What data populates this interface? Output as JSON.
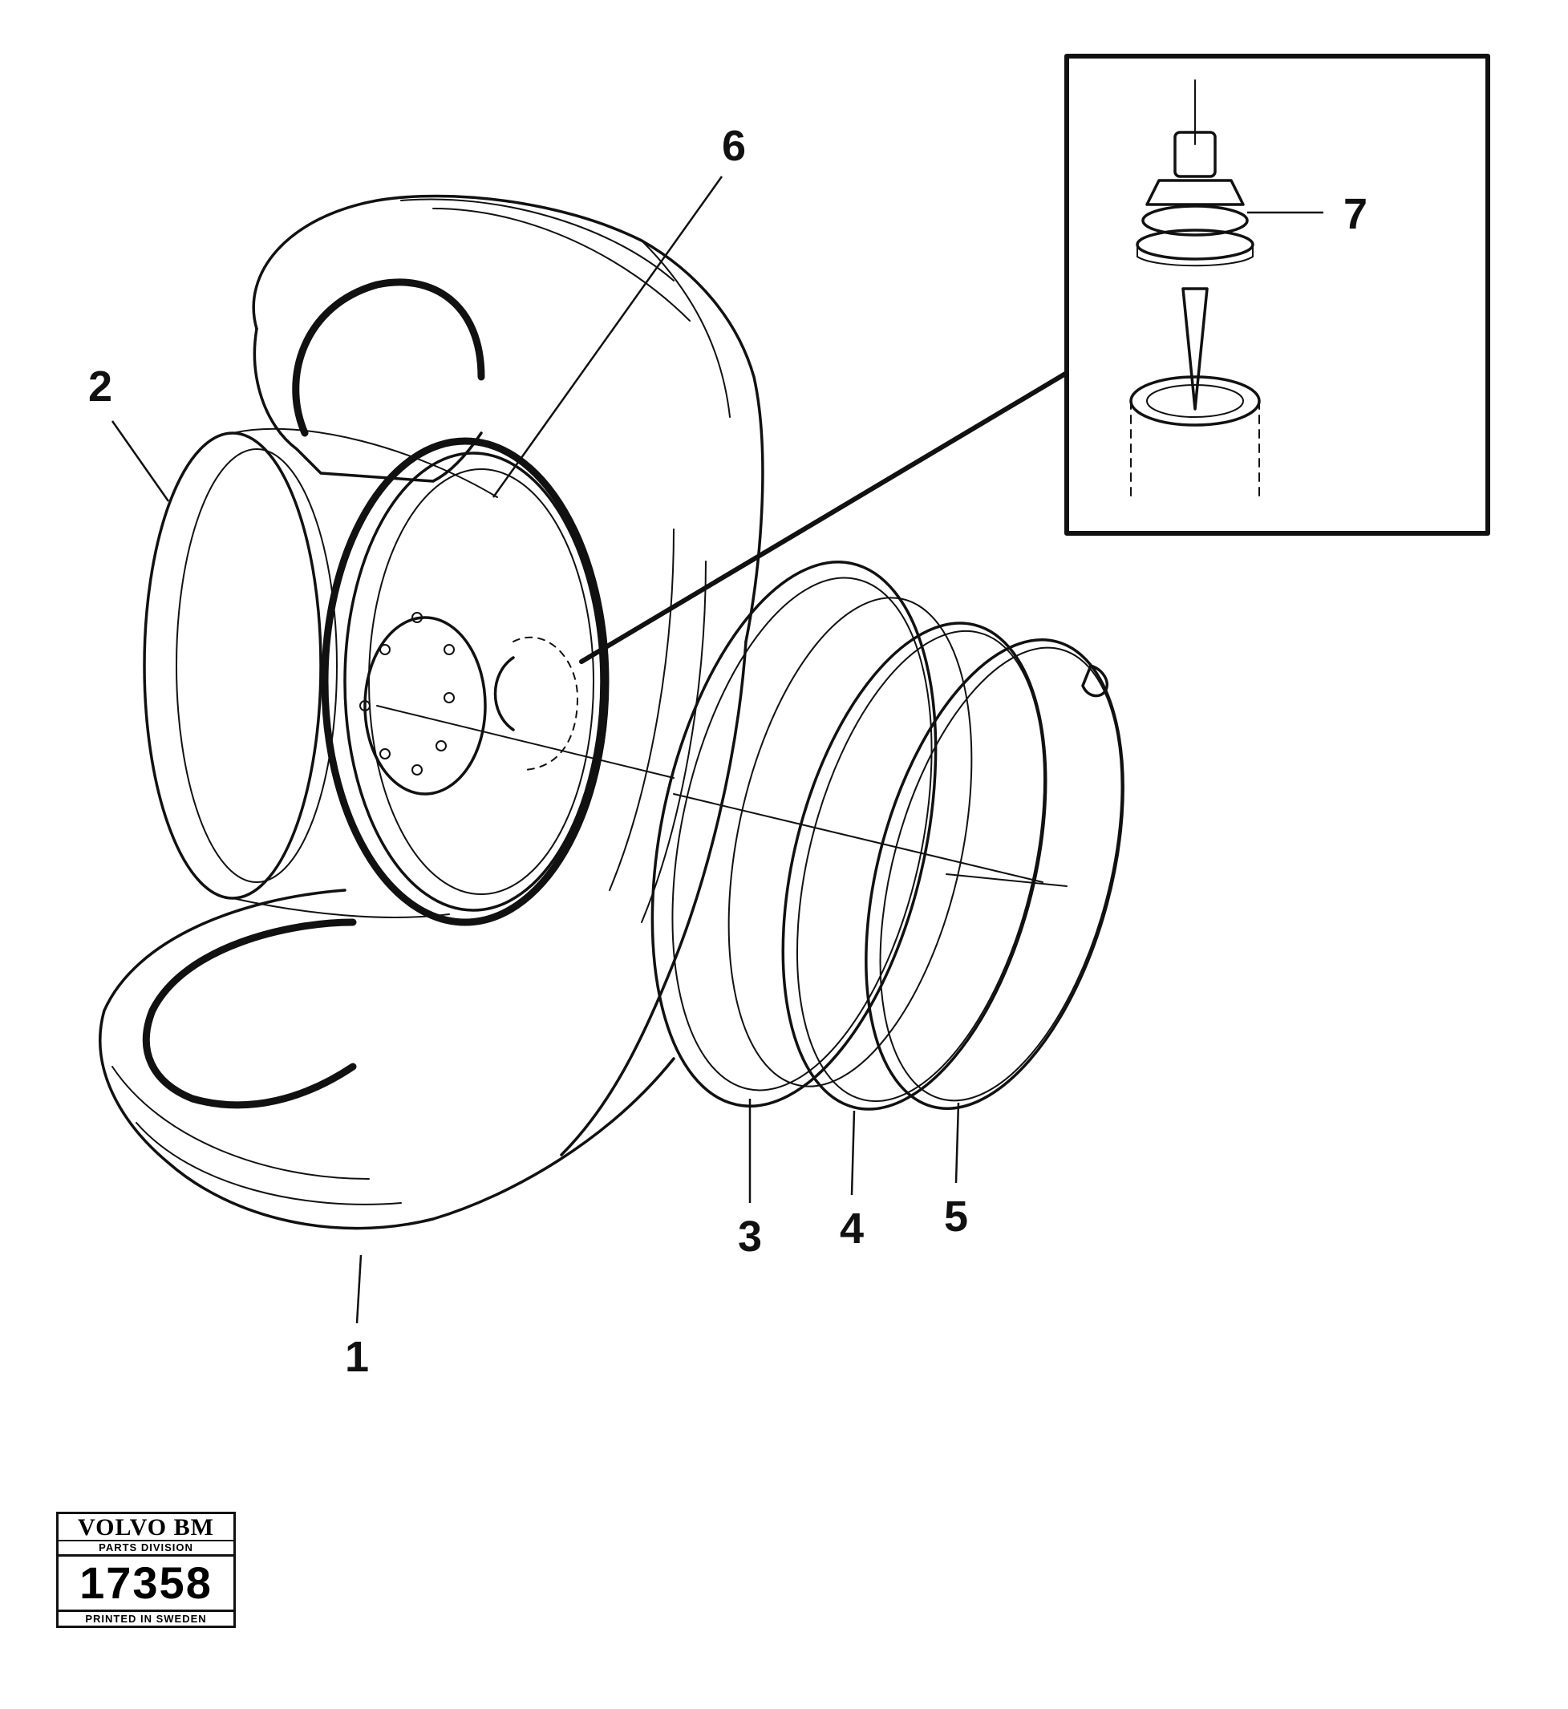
{
  "callouts": {
    "c1": "1",
    "c2": "2",
    "c3": "3",
    "c4": "4",
    "c5": "5",
    "c6": "6",
    "c7": "7"
  },
  "stamp": {
    "brand": "VOLVO BM",
    "division": "PARTS DIVISION",
    "number": "17358",
    "printed": "PRINTED IN SWEDEN"
  },
  "colors": {
    "ink": "#111111",
    "paper": "#ffffff"
  }
}
